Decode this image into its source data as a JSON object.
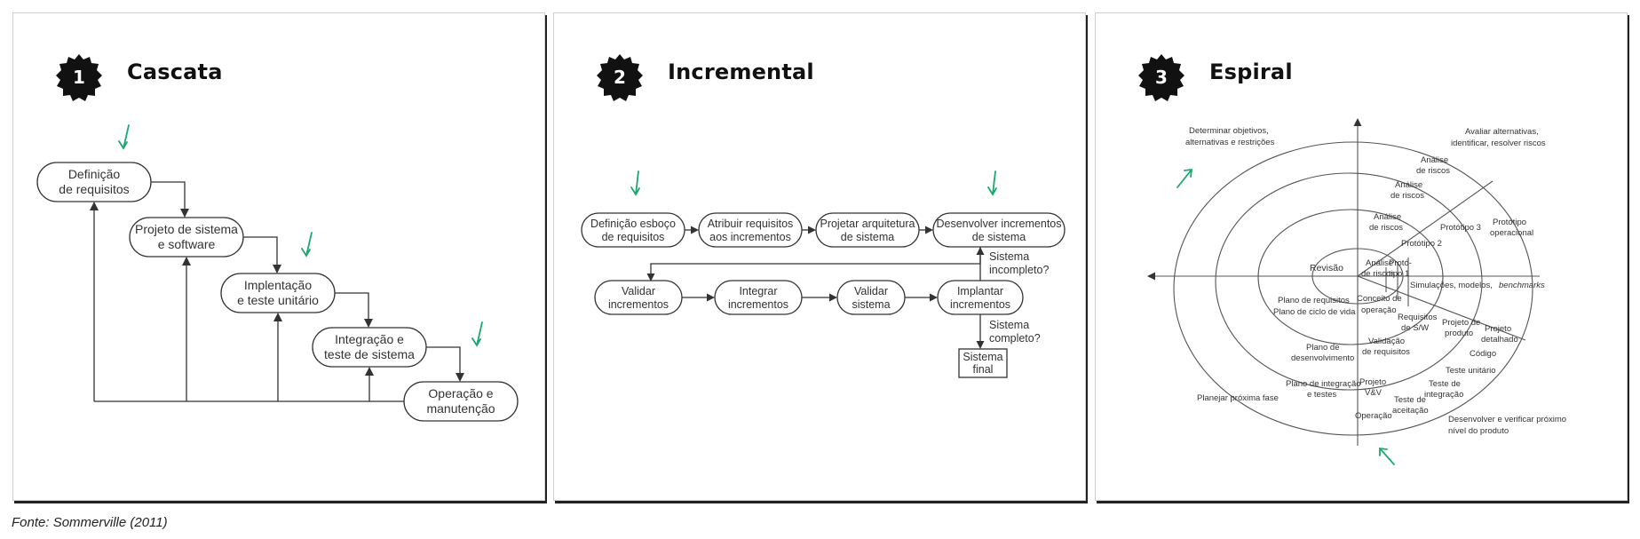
{
  "caption": "Fonte: Sommerville (2011)",
  "colors": {
    "check": "#1aa870",
    "badge": "#111111",
    "line": "#333333"
  },
  "panels": [
    {
      "number": "1",
      "title": "Cascata"
    },
    {
      "number": "2",
      "title": "Incremental"
    },
    {
      "number": "3",
      "title": "Espiral"
    }
  ],
  "cascata": {
    "steps": [
      [
        "Definição",
        "de requisitos"
      ],
      [
        "Projeto de sistema",
        "e software"
      ],
      [
        "Implentação",
        "e teste unitário"
      ],
      [
        "Integração e",
        "teste de sistema"
      ],
      [
        "Operação e",
        "manutenção"
      ]
    ]
  },
  "incremental": {
    "row1": [
      [
        "Definição esboço",
        "de requisitos"
      ],
      [
        "Atribuir requisitos",
        "aos incrementos"
      ],
      [
        "Projetar arquitetura",
        "de sistema"
      ],
      [
        "Desenvolver incrementos",
        "de sistema"
      ]
    ],
    "row2": [
      [
        "Validar",
        "incrementos"
      ],
      [
        "Integrar",
        "incrementos"
      ],
      [
        "Validar",
        "sistema"
      ],
      [
        "Implantar",
        "incrementos"
      ]
    ],
    "q1": [
      "Sistema",
      "incompleto?"
    ],
    "q2": [
      "Sistema",
      "completo?"
    ],
    "final": [
      "Sistema",
      "final"
    ]
  },
  "espiral": {
    "q_top_left": [
      "Determinar objetivos,",
      "alternativas e restrições"
    ],
    "q_top_right": [
      "Avaliar alternativas,",
      "identificar, resolver riscos"
    ],
    "q_bottom_left": "Planejar próxima fase",
    "q_bottom_right": [
      "Desenvolver e verificar próximo",
      "nível do produto"
    ],
    "analise": [
      [
        "Análise",
        "de riscos"
      ],
      [
        "Análise",
        "de riscos"
      ],
      [
        "Análise",
        "de riscos"
      ],
      [
        "Análise",
        "de riscos"
      ]
    ],
    "revisao": "Revisão",
    "prototipo1": [
      "Protó-",
      "tipo 1"
    ],
    "prototipo2": "Protótipo 2",
    "prototipo3": "Protótipo 3",
    "prototipo_op": [
      "Protótipo",
      "operacional"
    ],
    "simulacoes": "Simulações, modelos,",
    "benchmarks": "benchmarks",
    "plano_req": [
      "Plano de requisitos",
      "Plano de ciclo de vida"
    ],
    "conceito": [
      "Conceito de",
      "operação"
    ],
    "req_sw": [
      "Requisitos",
      "de S/W"
    ],
    "projeto_produto": [
      "Projeto de",
      "produto"
    ],
    "projeto_detalhado": [
      "Projeto",
      "detalhado"
    ],
    "plano_des": [
      "Plano de",
      "desenvolvimento"
    ],
    "validacao_req": [
      "Validação",
      "de requisitos"
    ],
    "codigo": "Código",
    "teste_unitario": "Teste unitário",
    "plano_int": [
      "Plano de integração",
      "e testes"
    ],
    "projeto_vv": [
      "Projeto",
      "V&V"
    ],
    "teste_integracao": [
      "Teste de",
      "integração"
    ],
    "teste_aceitacao": [
      "Teste de",
      "aceitação"
    ],
    "operacao": "Operação"
  }
}
